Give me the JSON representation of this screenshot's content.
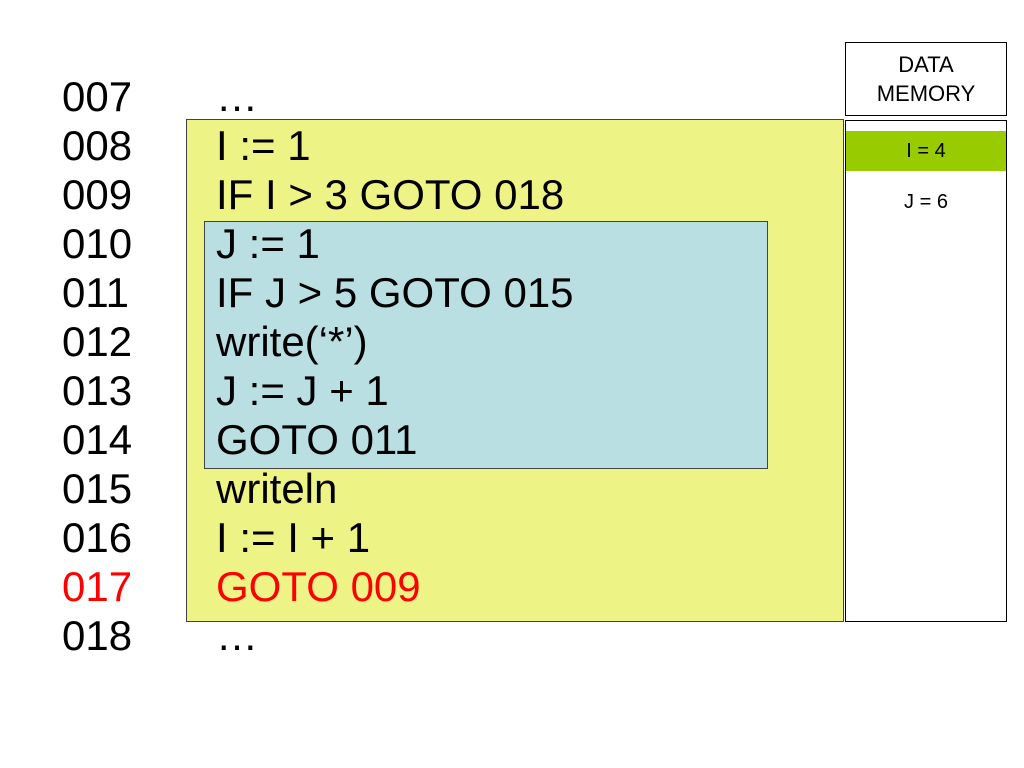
{
  "program": {
    "lines": [
      {
        "number": "007",
        "code": "…"
      },
      {
        "number": "008",
        "code": "I := 1"
      },
      {
        "number": "009",
        "code": "IF I > 3 GOTO 018"
      },
      {
        "number": "010",
        "code": "J := 1"
      },
      {
        "number": "011",
        "code": "IF J > 5 GOTO 015"
      },
      {
        "number": "012",
        "code": "write(‘*’)"
      },
      {
        "number": "013",
        "code": "J := J + 1"
      },
      {
        "number": "014",
        "code": "GOTO 011"
      },
      {
        "number": "015",
        "code": "writeln"
      },
      {
        "number": "016",
        "code": "I := I + 1"
      },
      {
        "number": "017",
        "code": "GOTO 009"
      },
      {
        "number": "018",
        "code": "…"
      }
    ],
    "current_line": "017"
  },
  "memory": {
    "title_line1": "DATA",
    "title_line2": "MEMORY",
    "cells": [
      {
        "text": "I = 4",
        "active": true
      },
      {
        "text": "J = 6",
        "active": false
      }
    ]
  },
  "colors": {
    "outer_loop": "#eef385",
    "inner_loop": "#b9dfe3",
    "current_line": "#ff0000",
    "active_memory_cell": "#99cc00"
  }
}
